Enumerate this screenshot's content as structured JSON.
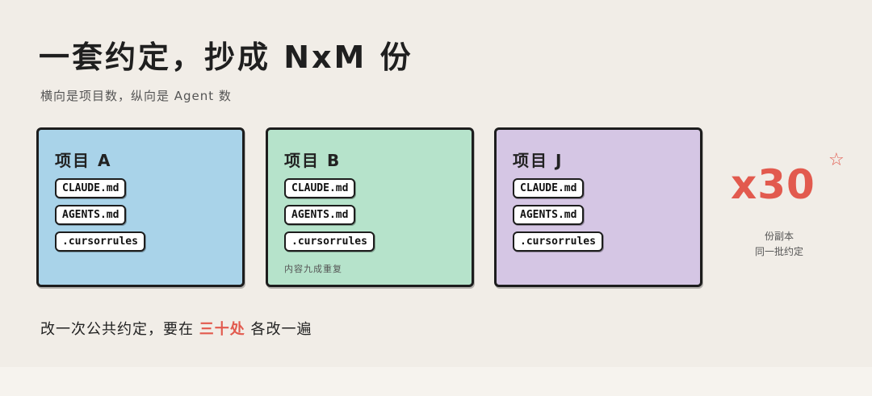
{
  "header": {
    "title": "一套约定，抄成 NxM 份",
    "subtitle": "横向是项目数，纵向是 Agent 数"
  },
  "cards": [
    {
      "title": "项目 A",
      "color": "#a9d3e9",
      "files": [
        "CLAUDE.md",
        "AGENTS.md",
        ".cursorrules"
      ],
      "note": ""
    },
    {
      "title": "项目 B",
      "color": "#b6e3cb",
      "files": [
        "CLAUDE.md",
        "AGENTS.md",
        ".cursorrules"
      ],
      "note": "内容九成重复"
    },
    {
      "title": "项目 J",
      "color": "#d5c6e4",
      "files": [
        "CLAUDE.md",
        "AGENTS.md",
        ".cursorrules"
      ],
      "note": ""
    }
  ],
  "multiplier": {
    "value": "x30",
    "star": "☆",
    "caption_line1": "份副本",
    "caption_line2": "同一批约定",
    "color": "#e25a4e"
  },
  "footer": {
    "prefix": "改一次公共约定，要在 ",
    "highlight": "三十处",
    "suffix": " 各改一遍",
    "highlight_color": "#e25a4e"
  }
}
